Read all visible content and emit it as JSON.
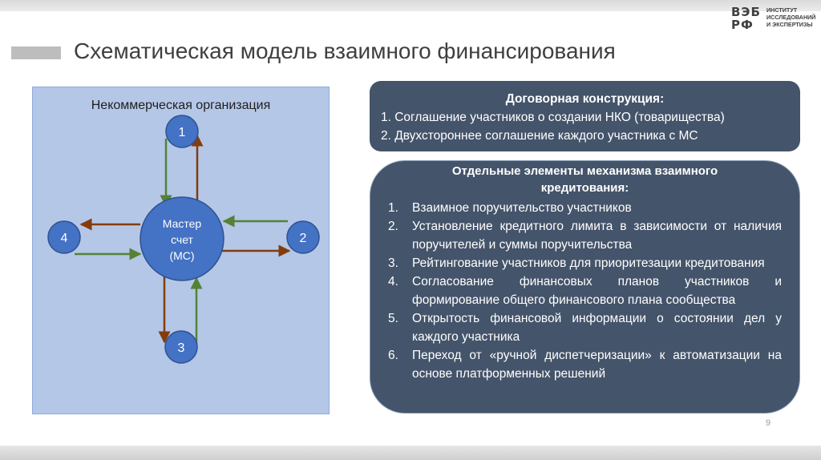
{
  "header": {
    "title": "Схематическая модель взаимного финансирования"
  },
  "logo": {
    "mark_top": "ВЭБ",
    "mark_bottom": "РФ",
    "lines": [
      "ИНСТИТУТ",
      "ИССЛЕДОВАНИЙ",
      "И ЭКСПЕРТИЗЫ"
    ]
  },
  "diagram": {
    "label": "Некоммерческая организация",
    "center_lines": [
      "Мастер",
      "счет",
      "(МС)"
    ],
    "nodes": [
      "1",
      "2",
      "3",
      "4"
    ],
    "colors": {
      "node_fill": "#4472c4",
      "node_stroke": "#2f528f",
      "arrow_in": "#548235",
      "arrow_out": "#843c0c"
    }
  },
  "contract_box": {
    "heading": "Договорная конструкция:",
    "lines": [
      "1. Соглашение участников о создании НКО (товарищества)",
      "2. Двухстороннее соглашение каждого участника с МС"
    ]
  },
  "mechanism_box": {
    "heading": "Отдельные элементы механизма взаимного кредитования:",
    "items": [
      {
        "num": "1.",
        "text": "Взаимное поручительство участников"
      },
      {
        "num": "2.",
        "text": " Установление кредитного лимита в зависимости от наличия поручителей и суммы поручительства"
      },
      {
        "num": "3.",
        "text": "Рейтингование участников для приоритезации кредитования"
      },
      {
        "num": "4.",
        "text": "Согласование финансовых планов участников и формирование общего финансового плана сообщества"
      },
      {
        "num": "5.",
        "text": "Открытость финансовой информации о состоянии дел у каждого участника"
      },
      {
        "num": "6.",
        "text": "Переход от «ручной диспетчеризации» к автоматизации на основе платформенных решений"
      }
    ]
  },
  "footer": {
    "page_number": "9"
  }
}
